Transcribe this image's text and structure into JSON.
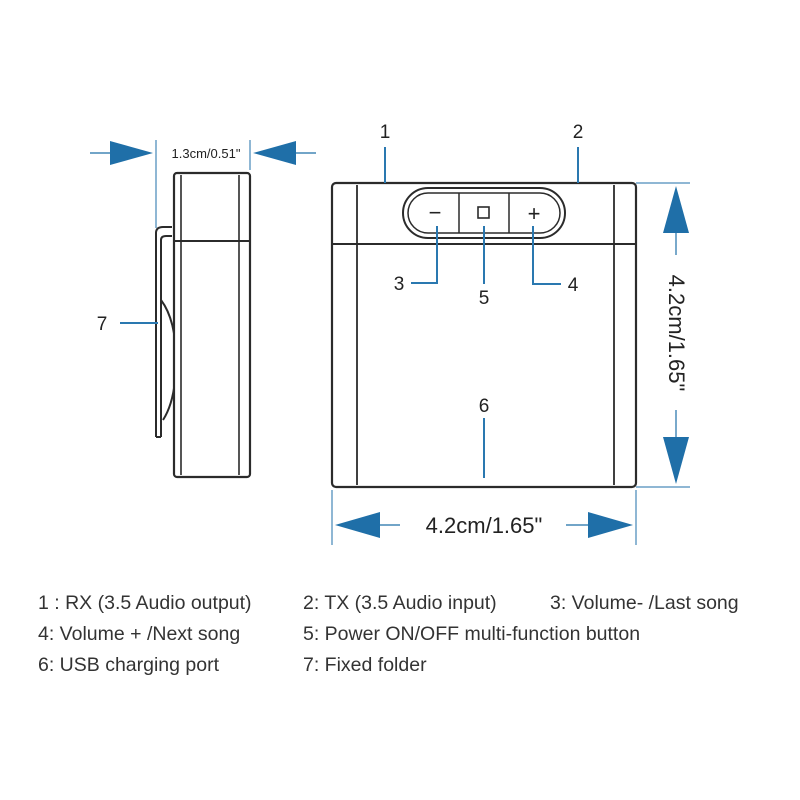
{
  "colors": {
    "outline": "#2b2b2b",
    "arrow": "#1f6fa8",
    "leader": "#2a78b0",
    "background": "#ffffff"
  },
  "callouts": {
    "c1": "1",
    "c2": "2",
    "c3": "3",
    "c4": "4",
    "c5": "5",
    "c6": "6",
    "c7": "7"
  },
  "buttons": {
    "minus": "−",
    "plus": "+",
    "power_icon": "square-icon"
  },
  "dimensions": {
    "thickness": "1.3cm/0.51\"",
    "width": "4.2cm/1.65\"",
    "height": "4.2cm/1.65\""
  },
  "legend": [
    [
      "1 : RX (3.5 Audio output)",
      "2: TX (3.5 Audio input)",
      "3: Volume- /Last song"
    ],
    [
      "4: Volume + /Next song",
      "5: Power ON/OFF multi-function button"
    ],
    [
      "6: USB charging port",
      "7: Fixed folder"
    ]
  ]
}
